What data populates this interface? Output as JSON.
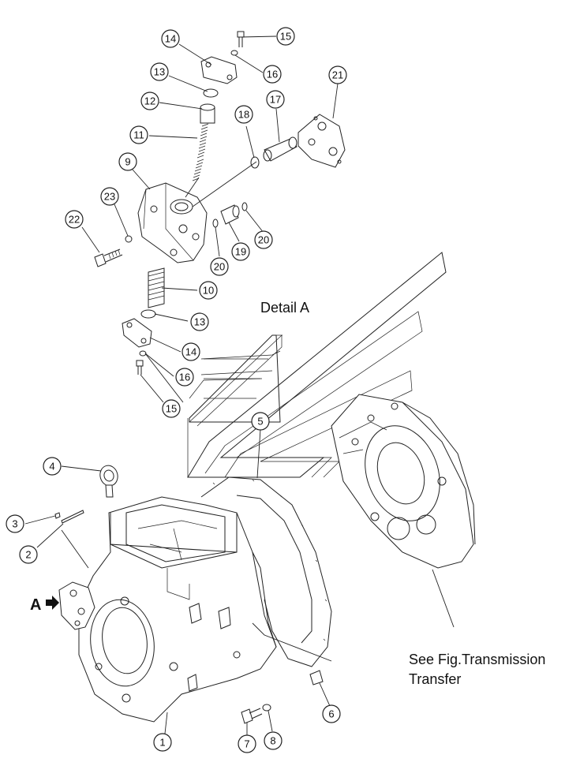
{
  "diagram": {
    "detail_label": "Detail A",
    "reference_note_line1": "See Fig.Transmission",
    "reference_note_line2": "Transfer",
    "view_marker": "A",
    "callouts": [
      {
        "id": "c15a",
        "label": "15"
      },
      {
        "id": "c14a",
        "label": "14"
      },
      {
        "id": "c16a",
        "label": "16"
      },
      {
        "id": "c13a",
        "label": "13"
      },
      {
        "id": "c12",
        "label": "12"
      },
      {
        "id": "c21",
        "label": "21"
      },
      {
        "id": "c17",
        "label": "17"
      },
      {
        "id": "c18",
        "label": "18"
      },
      {
        "id": "c11",
        "label": "11"
      },
      {
        "id": "c9",
        "label": "9"
      },
      {
        "id": "c23",
        "label": "23"
      },
      {
        "id": "c22",
        "label": "22"
      },
      {
        "id": "c20a",
        "label": "20"
      },
      {
        "id": "c20b",
        "label": "20"
      },
      {
        "id": "c19",
        "label": "19"
      },
      {
        "id": "c10",
        "label": "10"
      },
      {
        "id": "c13b",
        "label": "13"
      },
      {
        "id": "c14b",
        "label": "14"
      },
      {
        "id": "c16b",
        "label": "16"
      },
      {
        "id": "c15b",
        "label": "15"
      },
      {
        "id": "c5",
        "label": "5"
      },
      {
        "id": "c4",
        "label": "4"
      },
      {
        "id": "c3",
        "label": "3"
      },
      {
        "id": "c2",
        "label": "2"
      },
      {
        "id": "c6",
        "label": "6"
      },
      {
        "id": "c7",
        "label": "7"
      },
      {
        "id": "c8",
        "label": "8"
      },
      {
        "id": "c1",
        "label": "1"
      }
    ]
  }
}
